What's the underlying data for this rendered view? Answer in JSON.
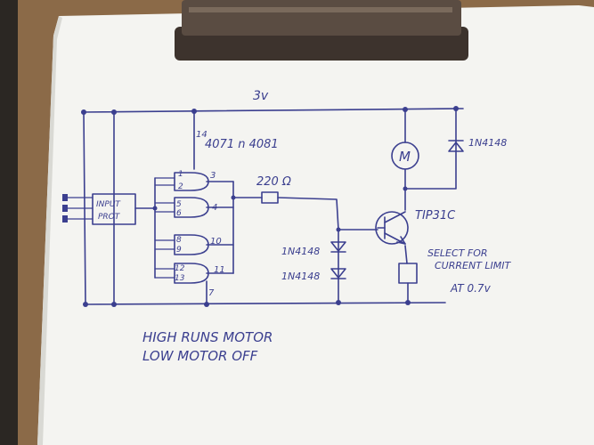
{
  "title": "3v",
  "components": {
    "chip": "4071 n 4081",
    "pin_vcc": "14",
    "pin_gnd": "7",
    "input_prot_line1": "INPUT",
    "input_prot_line2": "PROT",
    "resistor": "220 Ω",
    "transistor": "TIP31C",
    "motor": "M",
    "flyback_diode": "1N4148",
    "diode1": "1N4148",
    "diode2": "1N4148",
    "current_note_line1": "SELECT FOR",
    "current_note_line2": "CURRENT LIMIT",
    "current_note_line3": "AT 0.7v"
  },
  "gate_pins": {
    "g1_in_a": "1",
    "g1_in_b": "2",
    "g1_out": "3",
    "g2_in_a": "5",
    "g2_in_b": "6",
    "g2_out": "4",
    "g3_in_a": "8",
    "g3_in_b": "9",
    "g3_out": "10",
    "g4_in_a": "12",
    "g4_in_b": "13",
    "g4_out": "11"
  },
  "notes": {
    "line1": "HIGH RUNS MOTOR",
    "line2": "LOW MOTOR OFF"
  },
  "colors": {
    "ink": "#3b3f8f",
    "paper": "#f7f7f4",
    "clip_metal": "#4a3e36"
  }
}
